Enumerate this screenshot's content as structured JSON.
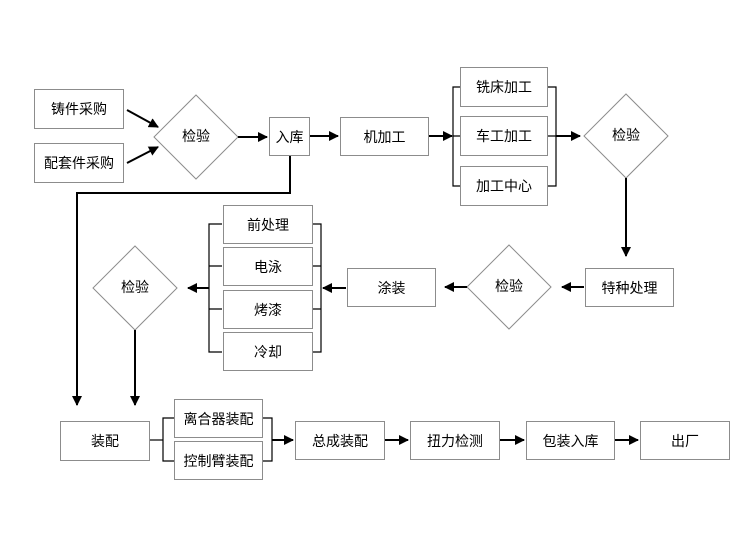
{
  "nodes": {
    "casting_purchase": "铸件采购",
    "parts_purchase": "配套件采购",
    "inspect_1": "检验",
    "warehouse_in": "入库",
    "machining": "机加工",
    "milling": "铣床加工",
    "turning": "车工加工",
    "machining_center": "加工中心",
    "inspect_2": "检验",
    "special_treatment": "特种处理",
    "inspect_3": "检验",
    "coating": "涂装",
    "pretreatment": "前处理",
    "electrophoresis": "电泳",
    "baking": "烤漆",
    "cooling": "冷却",
    "inspect_4": "检验",
    "assembly": "装配",
    "clutch_assembly": "离合器装配",
    "control_arm_assembly": "控制臂装配",
    "final_assembly": "总成装配",
    "torque_test": "扭力检测",
    "packing_storage": "包装入库",
    "shipment": "出厂"
  }
}
